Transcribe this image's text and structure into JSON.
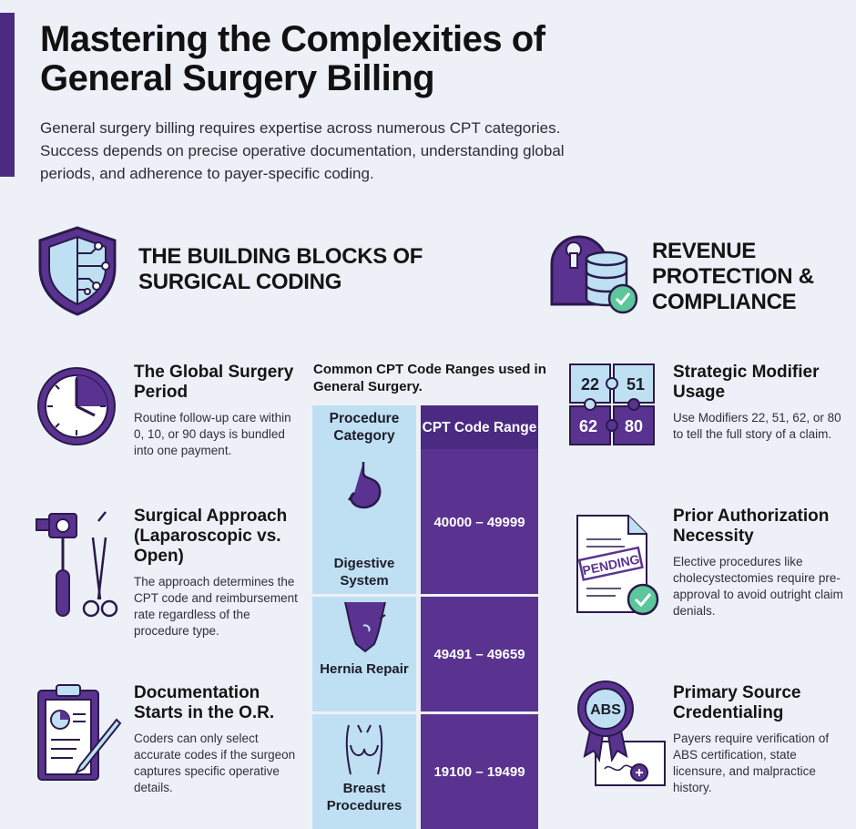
{
  "header": {
    "title": "Mastering the Complexities of General Surgery Billing",
    "intro": "General surgery billing requires expertise across numerous CPT categories. Success depends on precise operative documentation, understanding global periods, and adherence to payer-specific coding."
  },
  "left_section": {
    "title": "THE BUILDING BLOCKS OF SURGICAL CODING",
    "items": [
      {
        "title": "The Global Surgery Period",
        "desc": "Routine follow-up care within 0, 10, or 90 days is bundled into one payment.",
        "icon": "clock-icon"
      },
      {
        "title": "Surgical Approach (Laparoscopic vs. Open)",
        "desc": "The approach determines the CPT code and reimbursement rate regardless of the procedure type.",
        "icon": "laparoscope-scissors-icon"
      },
      {
        "title": "Documentation Starts in the O.R.",
        "desc": "Coders can only select accurate codes if the surgeon captures specific operative details.",
        "icon": "clipboard-scalpel-icon"
      }
    ]
  },
  "right_section": {
    "title": "REVENUE PROTECTION & COMPLIANCE",
    "items": [
      {
        "title": "Strategic Modifier Usage",
        "desc": "Use Modifiers 22, 51, 62, or 80 to tell the full story of a claim.",
        "icon": "puzzle-icon"
      },
      {
        "title": "Prior Authorization Necessity",
        "desc": "Elective procedures like cholecystectomies require pre-approval to avoid outright claim denials.",
        "icon": "pending-document-icon"
      },
      {
        "title": "Primary Source Credentialing",
        "desc": "Payers require verification of ABS certification, state licensure, and malpractice history.",
        "icon": "certificate-badge-icon"
      }
    ]
  },
  "modifiers": [
    "22",
    "51",
    "62",
    "80"
  ],
  "pending_stamp": "PENDING",
  "badge_text": "ABS",
  "table": {
    "caption": "Common CPT Code Ranges used in General Surgery.",
    "headers": [
      "Procedure Category",
      "CPT Code Range"
    ],
    "rows": [
      {
        "category": "Digestive System",
        "range": "40000 – 49999",
        "icon": "stomach-icon"
      },
      {
        "category": "Hernia Repair",
        "range": "49491 – 49659",
        "icon": "hernia-icon"
      },
      {
        "category": "Breast Procedures",
        "range": "19100 – 19499",
        "icon": "torso-icon"
      }
    ]
  },
  "colors": {
    "accent": "#4b2a82",
    "accent_light": "#bfe0f2",
    "success": "#5cc79b",
    "background": "#eef0f8"
  }
}
